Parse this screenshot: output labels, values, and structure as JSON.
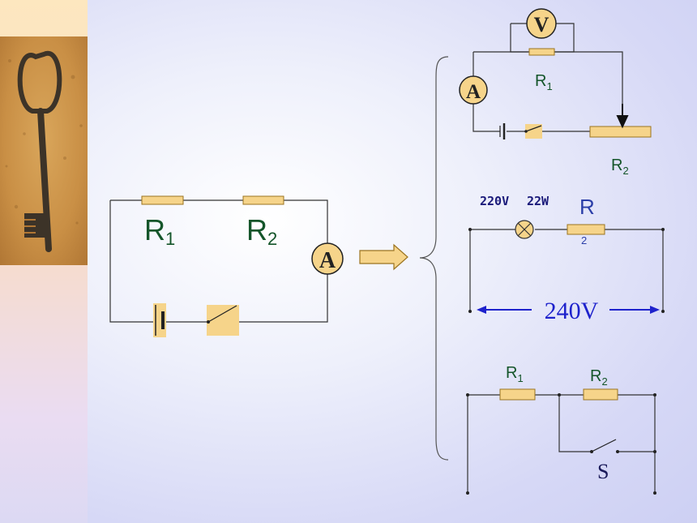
{
  "main_circuit": {
    "resistor1": {
      "label": "R",
      "sub": "1"
    },
    "resistor2": {
      "label": "R",
      "sub": "2"
    },
    "ammeter": "A"
  },
  "circuit_top": {
    "voltmeter": "V",
    "ammeter": "A",
    "resistor1": {
      "label": "R",
      "sub": "1"
    },
    "resistor2": {
      "label": "R",
      "sub": "2"
    }
  },
  "circuit_middle": {
    "lamp_voltage": "220V",
    "lamp_power": "22W",
    "resistor": {
      "label": "R",
      "sub": "2"
    },
    "supply_voltage": "240V"
  },
  "circuit_bottom": {
    "resistor1": {
      "label": "R",
      "sub": "1"
    },
    "resistor2": {
      "label": "R",
      "sub": "2"
    },
    "switch": "S"
  },
  "colors": {
    "component_fill": "#f6d48a",
    "component_stroke": "#9b7420",
    "wire": "#333333",
    "label_green": "#14552a",
    "label_blue": "#2b3ea8",
    "arrow_blue": "#1e22cc"
  }
}
